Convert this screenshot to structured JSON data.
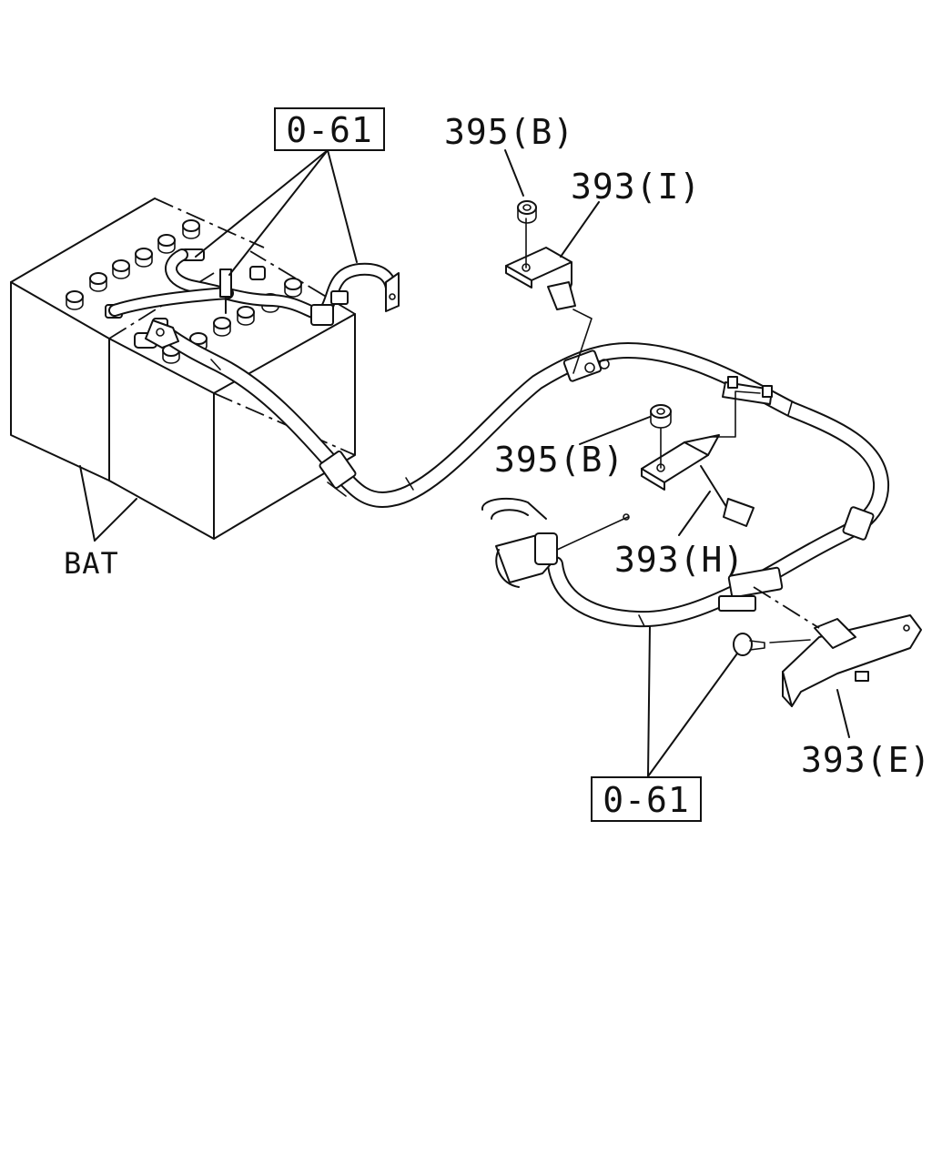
{
  "labels": {
    "ref_box_top": "0-61",
    "ref_box_bottom": "0-61",
    "part_395b_top": "395(B)",
    "part_393i": "393(I)",
    "part_395b_mid": "395(B)",
    "part_393h": "393(H)",
    "part_393e": "393(E)",
    "battery": "BAT"
  },
  "colors": {
    "line": "#111111",
    "background": "#ffffff"
  }
}
